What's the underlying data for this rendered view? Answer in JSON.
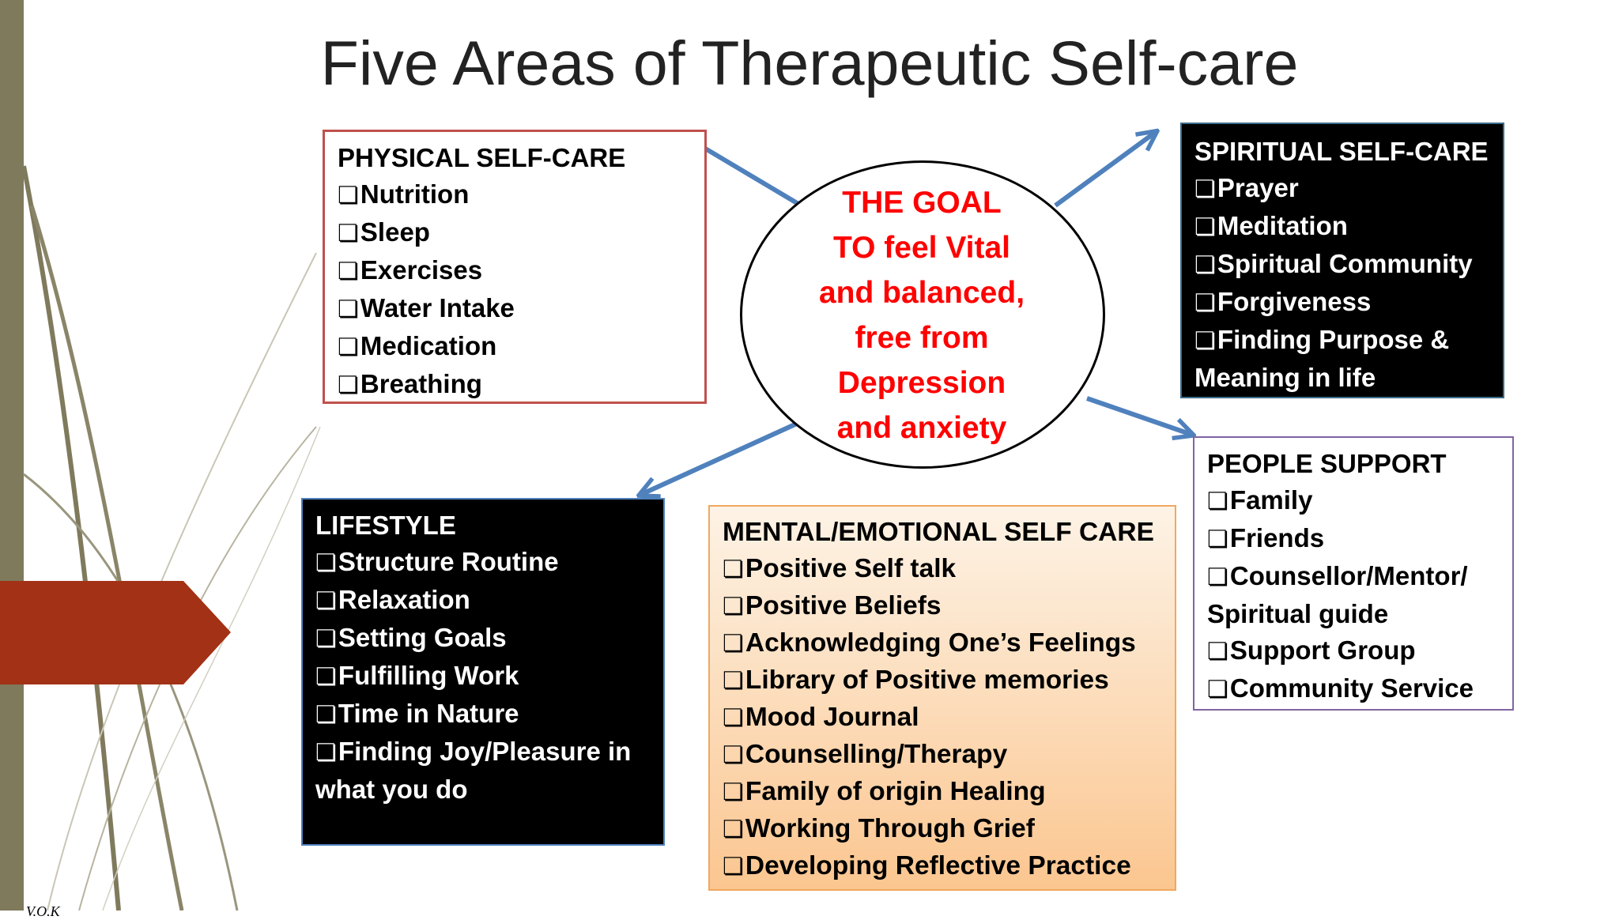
{
  "title": "Five Areas of Therapeutic Self-care",
  "goal": {
    "lines": [
      "THE GOAL",
      "TO feel Vital",
      "and balanced,",
      "free from",
      "Depression",
      "and anxiety"
    ]
  },
  "physical": {
    "heading": "PHYSICAL SELF-CARE",
    "items": [
      "Nutrition",
      "Sleep",
      "Exercises",
      "Water Intake",
      "Medication",
      "Breathing"
    ]
  },
  "spiritual": {
    "heading": "SPIRITUAL SELF-CARE",
    "items": [
      "Prayer",
      "Meditation",
      "Spiritual Community",
      "Forgiveness",
      "Finding Purpose &",
      "Meaning in life"
    ]
  },
  "people": {
    "heading": "PEOPLE SUPPORT",
    "items": [
      "Family",
      "Friends",
      "Counsellor/Mentor/",
      "Spiritual guide",
      "Support Group",
      "Community Service"
    ]
  },
  "lifestyle": {
    "heading": "LIFESTYLE",
    "items": [
      "Structure Routine",
      "Relaxation",
      "Setting Goals",
      "Fulfilling Work",
      "Time in Nature",
      "Finding Joy/Pleasure in",
      "what you do"
    ]
  },
  "mental": {
    "heading": "MENTAL/EMOTIONAL SELF CARE",
    "items": [
      "Positive Self talk",
      "Positive Beliefs",
      "Acknowledging One’s Feelings",
      "Library of Positive memories",
      "Mood Journal",
      "Counselling/Therapy",
      "Family of origin Healing",
      "Working Through Grief",
      "Developing Reflective Practice"
    ]
  },
  "footer": "V.O.K",
  "colors": {
    "accent_bar": "#7f7a5c",
    "chevron": "#a23115",
    "arrow": "#4f81bd",
    "goal_text": "#ff0000",
    "physical_border": "#c0504d",
    "people_border": "#8064a2",
    "mental_fill_top": "#fdf3e6",
    "mental_fill_bottom": "#fbc690"
  }
}
